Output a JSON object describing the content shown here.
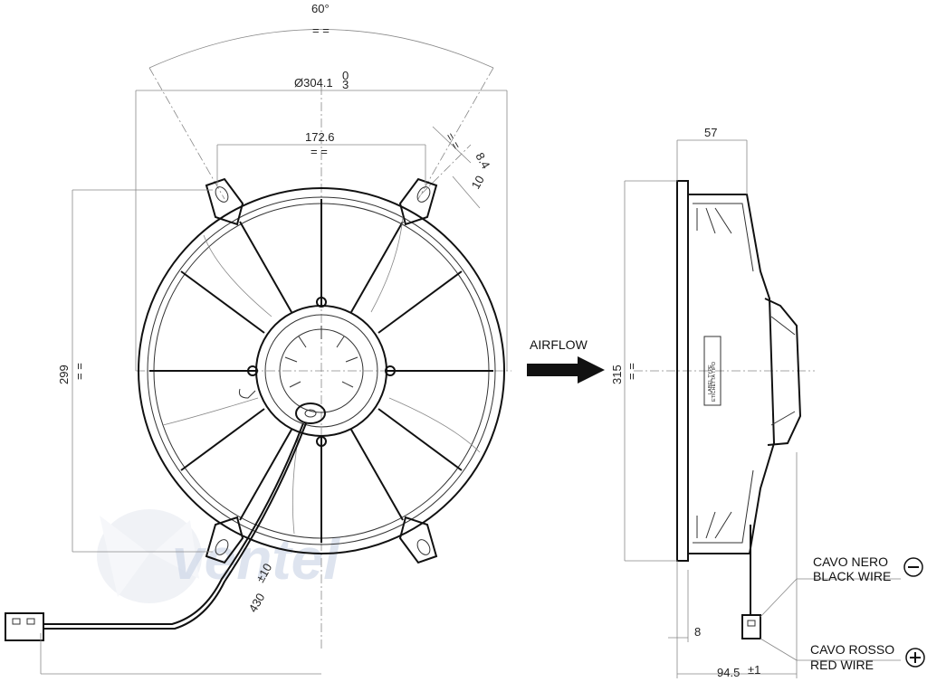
{
  "dimensions": {
    "angle": "60°",
    "diameter": "Ø304.1",
    "diameter_tol_upper": "0",
    "diameter_tol_lower": "3",
    "mount_spacing": "172.6",
    "slot_width": "8.4",
    "slot_length": "10",
    "mount_height": "299",
    "total_height": "315",
    "depth": "57",
    "flange": "8",
    "overall_depth": "94.5",
    "overall_depth_tol": "±1",
    "cable_length": "430",
    "cable_tol": "±10"
  },
  "labels": {
    "airflow": "AIRFLOW",
    "label_it": "ETICHETTA TIPO",
    "label_en": "LABEL TYPE",
    "black_wire_it": "CAVO NERO",
    "black_wire_en": "BLACK WIRE",
    "red_wire_it": "CAVO ROSSO",
    "red_wire_en": "RED WIRE",
    "minus": "−",
    "plus": "+",
    "watermark": "ventel",
    "equal_mark": "= ="
  },
  "colors": {
    "line": "#111111",
    "dimension": "#888888",
    "watermark": "#c9d3e6"
  },
  "icons": [
    "minus-circle-icon",
    "plus-circle-icon",
    "airflow-arrow-icon"
  ]
}
